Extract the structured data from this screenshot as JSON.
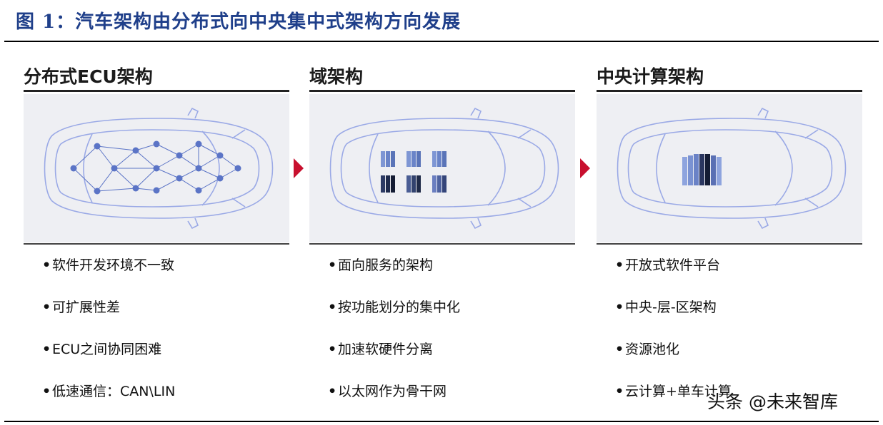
{
  "title": "图 1：汽车架构由分布式向中央集中式架构方向发展",
  "panels": [
    {
      "heading": "分布式ECU架构",
      "bullets": [
        "软件开发环境不一致",
        "可扩展性差",
        "ECU之间协同困难",
        "低速通信：CAN\\LIN"
      ]
    },
    {
      "heading": "域架构",
      "bullets": [
        "面向服务的架构",
        "按功能划分的集中化",
        "加速软硬件分离",
        "以太网作为骨干网"
      ]
    },
    {
      "heading": "中央计算架构",
      "bullets": [
        "开放式软件平台",
        "中央-层-区架构",
        "资源池化",
        "云计算+单车计算"
      ]
    }
  ],
  "bullet_glyph": "•",
  "watermark": "头条 @未来智库",
  "colors": {
    "title": "#1f3f8a",
    "arrow": "#c8102e",
    "car_outline": "#9aa9e6",
    "node": "#5b74c6",
    "image_bg": "#eeeff3"
  }
}
